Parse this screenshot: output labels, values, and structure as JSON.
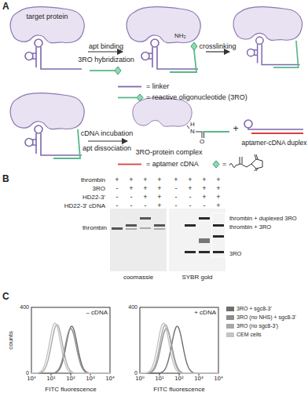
{
  "diagram": {
    "labels": [
      "A",
      "target protein",
      "apt binding",
      "3RO hybridization",
      "NH₂",
      "crosslinking",
      "= linker",
      "= reactive oligonucleotide (3RO)",
      "cDNA incubation",
      "apt dissociation",
      "H",
      "N",
      "O",
      "3RO-protein complex",
      "+",
      "aptamer-cDNA duplex",
      "= aptamer cDNA",
      "=",
      "B",
      "thrombin",
      "+",
      "+",
      "+",
      "+",
      "+",
      "+",
      "+",
      "+",
      "3RO",
      "-",
      "+",
      "+",
      "+",
      "-",
      "+",
      "+",
      "+",
      "HD22-3'",
      "-",
      "-",
      "+",
      "+",
      "-",
      "-",
      "+",
      "+",
      "HD22-3' cDNA",
      "-",
      "-",
      "-",
      "+",
      "-",
      "-",
      "-",
      "+",
      "thrombin",
      "thrombin + duplexed 3RO",
      "thrombin + 3RO",
      "3RO",
      "coomassie",
      "SYBR gold",
      "C",
      "– cDNA",
      "counts",
      "400",
      "0",
      "10⁰",
      "10¹",
      "10²",
      "10³",
      "10⁴",
      "FITC fluorescence",
      "+ cDNA",
      "400",
      "0",
      "10⁰",
      "10¹",
      "10²",
      "10³",
      "10⁴",
      "FITC fluorescence"
    ],
    "legend": [
      {
        "text": "3RO + sgc8-3'",
        "color": "#6e6e6e"
      },
      {
        "text": "3RO (no NHS) + sgc8-3'",
        "color": "#8c8c8c"
      },
      {
        "text": "3RO (no sgc8-3')",
        "color": "#a8a8a8"
      },
      {
        "text": "CEM cells",
        "color": "#c4c4c4"
      }
    ]
  }
}
